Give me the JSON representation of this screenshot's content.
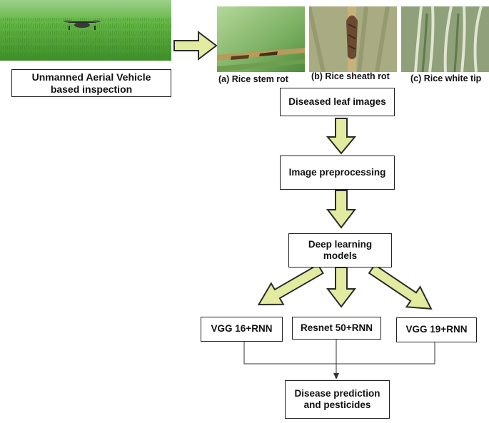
{
  "uav": {
    "label_line1": "Unmanned Aerial Vehicle",
    "label_line2": "based inspection"
  },
  "diseases": [
    {
      "caption": "(a) Rice stem rot"
    },
    {
      "caption": "(b) Rice sheath rot"
    },
    {
      "caption": "(c) Rice white tip"
    }
  ],
  "flow": {
    "diseased_images": "Diseased leaf images",
    "preprocessing": "Image preprocessing",
    "deep_learning_line1": "Deep learning",
    "deep_learning_line2": "models",
    "models": [
      "VGG 16+RNN",
      "Resnet 50+RNN",
      "VGG 19+RNN"
    ],
    "output_line1": "Disease prediction",
    "output_line2": "and pesticides"
  },
  "colors": {
    "arrow_fill": "#e3eba0",
    "arrow_stroke": "#2b2b2b",
    "line": "#333333"
  }
}
